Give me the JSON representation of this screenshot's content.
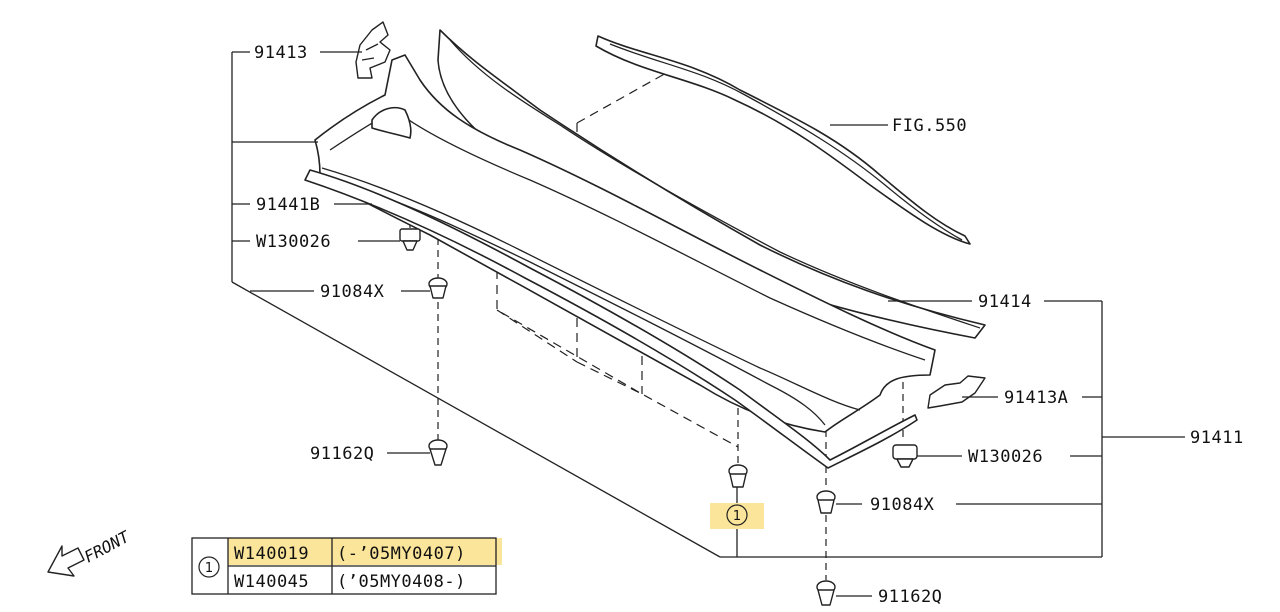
{
  "callouts": {
    "c91413": "91413",
    "c91441b": "91441B",
    "c_w130026_left": "W130026",
    "c91084x_left": "91084X",
    "c91162q_left": "91162Q",
    "c_fig550": "FIG.550",
    "c91414": "91414",
    "c91413a": "91413A",
    "c91411": "91411",
    "c_w130026_right": "W130026",
    "c91084x_right": "91084X",
    "c91162q_right": "91162Q",
    "c_ref1": "1"
  },
  "front_label": "FRONT",
  "table": {
    "ref": "1",
    "rows": [
      {
        "part": "W140019",
        "range": "(-’05MY0407)",
        "highlighted": true
      },
      {
        "part": "W140045",
        "range": "(’05MY0408-)",
        "highlighted": false
      }
    ]
  },
  "colors": {
    "highlight": "#fbe59a",
    "line": "#222222"
  }
}
